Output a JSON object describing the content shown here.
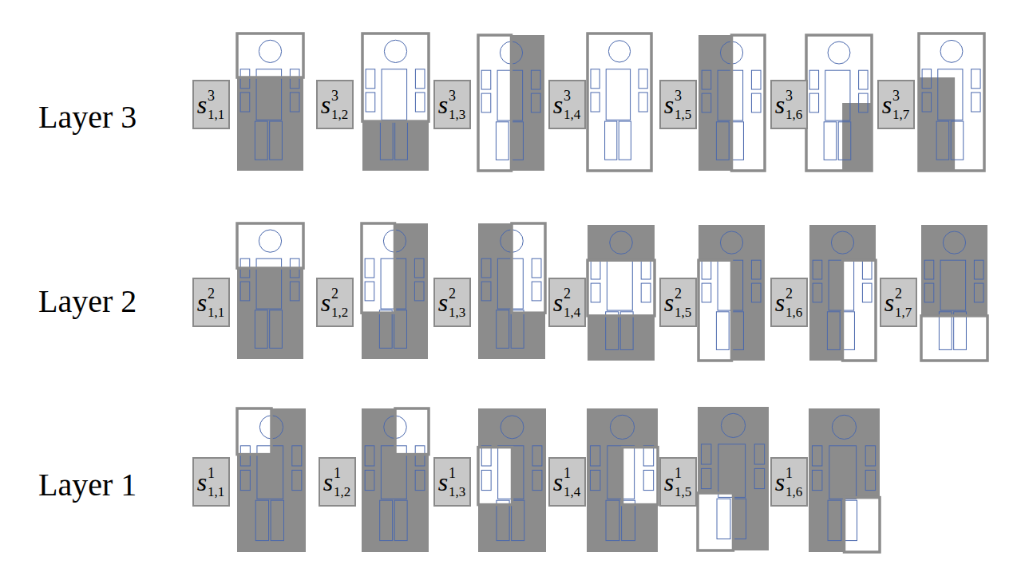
{
  "diagram": {
    "nodes": [
      {
        "text": [
          "s",
          "3",
          "1,1"
        ]
      },
      {
        "text": [
          "s",
          "3",
          "1,2"
        ]
      },
      {
        "text": [
          "s",
          "3",
          "1,3"
        ]
      },
      {
        "text": [
          "s",
          "3",
          "1,4"
        ]
      },
      {
        "text": [
          "s",
          "3",
          "1,5"
        ]
      },
      {
        "text": [
          "s",
          "3",
          "1,6"
        ]
      },
      {
        "text": [
          "s",
          "3",
          "1,7"
        ]
      },
      {
        "text": [
          "s",
          "2",
          "1,1"
        ]
      },
      {
        "text": [
          "s",
          "2",
          "1,2"
        ]
      },
      {
        "text": [
          "s",
          "2",
          "1,3"
        ]
      },
      {
        "text": [
          "s",
          "2",
          "1,4"
        ]
      },
      {
        "text": [
          "s",
          "2",
          "1,5"
        ]
      },
      {
        "text": [
          "s",
          "2",
          "1,6"
        ]
      },
      {
        "text": [
          "s",
          "2",
          "1,7"
        ]
      },
      {
        "text": [
          "s",
          "1",
          "1,1"
        ]
      },
      {
        "text": [
          "s",
          "1",
          "1,2"
        ]
      },
      {
        "text": [
          "s",
          "1",
          "1,3"
        ]
      },
      {
        "text": [
          "s",
          "1",
          "1,4"
        ]
      },
      {
        "text": [
          "s",
          "1",
          "1,5"
        ]
      },
      {
        "text": [
          "s",
          "1",
          "1,6"
        ]
      }
    ],
    "labels": [
      "Layer 3",
      "Layer 2",
      "Layer 1"
    ]
  }
}
